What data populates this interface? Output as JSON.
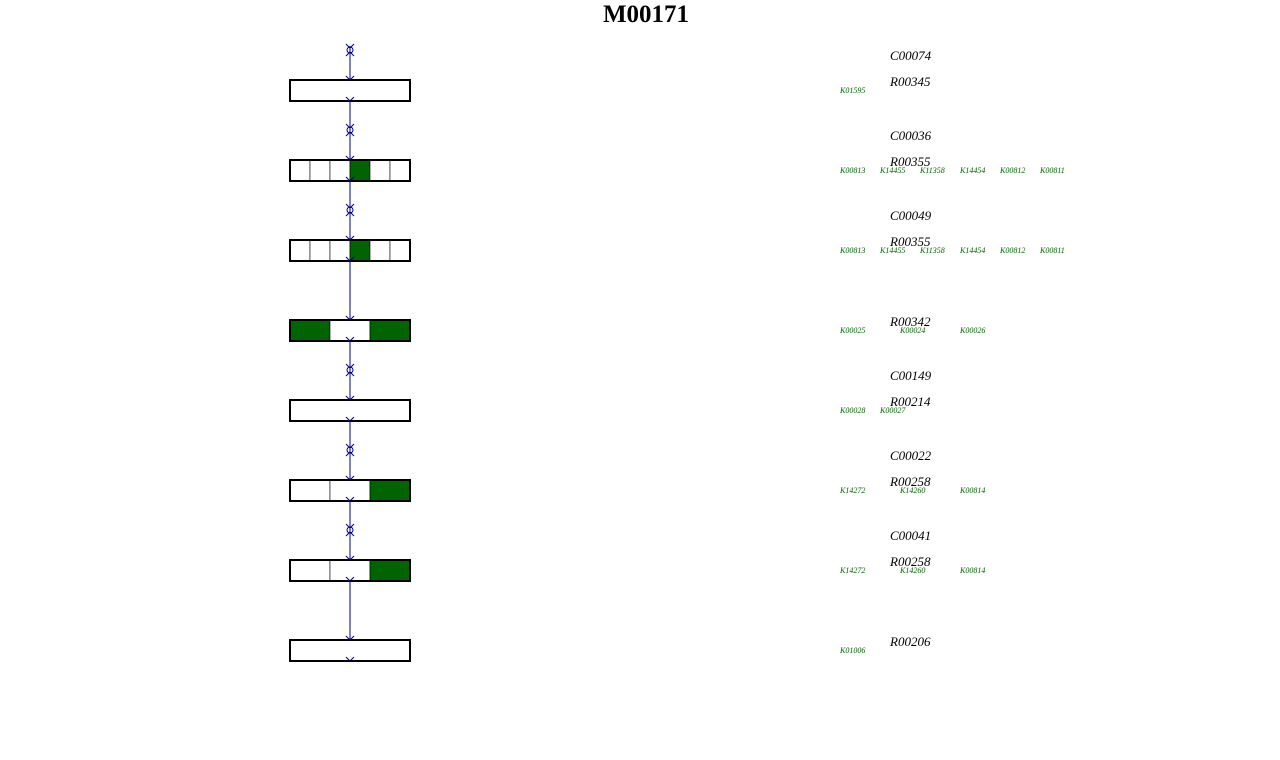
{
  "title": "M00171",
  "colors": {
    "filled": "#006400",
    "empty": "#ffffff",
    "axis": "#00008b",
    "ko_text": "#006400"
  },
  "steps": [
    {
      "compound": "C00074",
      "reaction": "R00345",
      "boxes": [
        0
      ],
      "kos": [
        "K01595"
      ]
    },
    {
      "compound": "C00036",
      "reaction": "R00355",
      "boxes": [
        0,
        0,
        0,
        1,
        0,
        0
      ],
      "kos": [
        "K00813",
        "K14455",
        "K11358",
        "K14454",
        "K00812",
        "K00811"
      ]
    },
    {
      "compound": "C00049",
      "reaction": "R00355",
      "boxes": [
        0,
        0,
        0,
        1,
        0,
        0
      ],
      "kos": [
        "K00813",
        "K14455",
        "K11358",
        "K14454",
        "K00812",
        "K00811"
      ]
    },
    {
      "compound": "",
      "reaction": "R00342",
      "boxes": [
        1,
        0,
        1
      ],
      "kos": [
        "K00025",
        "K00024",
        "K00026"
      ]
    },
    {
      "compound": "C00149",
      "reaction": "R00214",
      "boxes": [
        0
      ],
      "kos": [
        "K00028",
        "K00027"
      ]
    },
    {
      "compound": "C00022",
      "reaction": "R00258",
      "boxes": [
        0,
        0,
        1
      ],
      "kos": [
        "K14272",
        "K14260",
        "K00814"
      ]
    },
    {
      "compound": "C00041",
      "reaction": "R00258",
      "boxes": [
        0,
        0,
        1
      ],
      "kos": [
        "K14272",
        "K14260",
        "K00814"
      ]
    },
    {
      "compound": "",
      "reaction": "R00206",
      "boxes": [
        0
      ],
      "kos": [
        "K01006"
      ]
    }
  ]
}
